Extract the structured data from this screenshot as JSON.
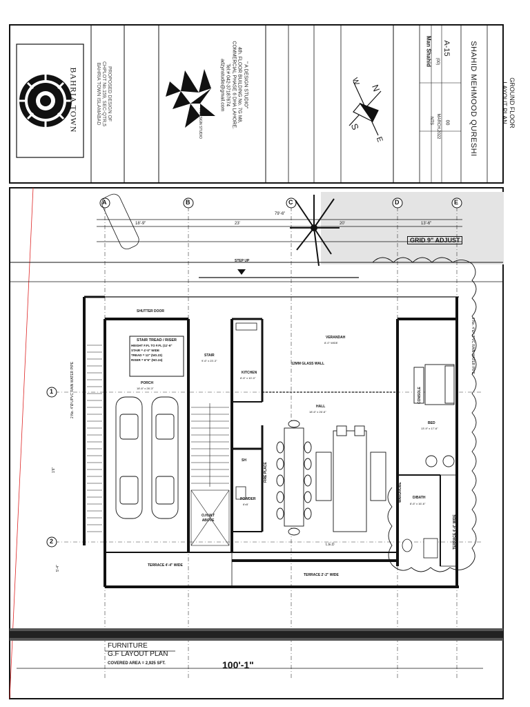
{
  "title_block": {
    "logo_text": "BAHRIA TOWN",
    "project": [
      "PROPOSED DESIGN OF",
      "CHPLOT No.159, SEC-QTR,5",
      "BAHRIA TOWN ISLAMABAD"
    ],
    "studio_logo_text": "A DESIGN STUDIO",
    "studio_name": "\" A DESIGN STUDIO\"",
    "studio_address": [
      "4th. FLOOR BUILDING No. 7G M8,",
      "COMMERCIAL PHASE 6 DHA LAHORE.",
      "Tel:# 042-37187674",
      "adzynstudio@gmail.com"
    ],
    "compass": {
      "n": "N",
      "s": "S",
      "e": "E",
      "w": "W"
    },
    "scale": "NTS",
    "date": "MARCH,2022",
    "sheet_no": "00",
    "drawn_by": "Man Shahid",
    "drawn_code": "(00)",
    "drawing_no": "A-15",
    "client": "SHAHID MEHMOOD QURESHI",
    "drawing_title": [
      "GROUND FLOOR",
      "LAYOUT PLAN"
    ]
  },
  "plan": {
    "grid_cols": [
      "A",
      "B",
      "C",
      "D",
      "E"
    ],
    "grid_rows": [
      "1",
      "2"
    ],
    "dims_top": [
      "18'-9\"",
      "23'",
      "79'-6\"",
      "20'",
      "13'-6\""
    ],
    "grid_adjust": "GRID 9\" ADJUST",
    "step_up": "STEP UP",
    "shutter_door": "SHUTTER DOOR",
    "stair_box": [
      "STAIR TREAD / RISER",
      "HEIGHT F.FL TO F.FL (11'-6\"",
      "STAIR = 4'-0\" WIDE",
      "TREAD = 12\" (NO.23)",
      "RISER = 6\"6\" (NO.24)"
    ],
    "porch": "PORCH",
    "porch_size": "18'-6\" x 26'-3\"",
    "stair": "STAIR",
    "stair_size": "9'-6\" x 23'-3\"",
    "kitchen": "KITCHEN",
    "kitchen_size": "8'-6\" x 10'-0\"",
    "verandah": "VERANDAH",
    "verandah_size": "8'-0\" WIDE",
    "glass_wall": "12MM GLASS WALL",
    "hall": "HALL",
    "hall_size": "18'-6\" x 26'-6\"",
    "bed": "BED",
    "bed_size": "13'-9\" x 17'-6\"",
    "dbath": "D/BATH",
    "dbath_size": "8'-6\" x 16'-6\"",
    "powder": "POWDER",
    "powder_size": "6'x5'",
    "sh": "SH",
    "fireplace": "FIRE PLACE",
    "ohwt": [
      "O.H.W.T",
      "ABOVE"
    ],
    "terrace1": "TERRACE 4'-4\" WIDE",
    "terrace2": "TERRACE 2'-2\" WIDE",
    "terrace3": "TERRACE 4'-4\" WIDE",
    "rain_pipe": "2 No. 4\"Ø UPVC RAIN WATER PIPE",
    "rain_pipe2": "2 No. 4\"Ø UPVC RAIN WATER PIPE",
    "dim_side": "1'6\"",
    "dim_side2": "5'-4\"",
    "wardrobe": "WARDROBE",
    "console": "CONSOLE",
    "lcd": "L.E.D",
    "bottom_title": [
      "FURNITURE",
      "G.F LAYOUT PLAN"
    ],
    "covered_area": "COVERED AREA = 2,925 SFT.",
    "overall_dim": "100'-1\""
  }
}
